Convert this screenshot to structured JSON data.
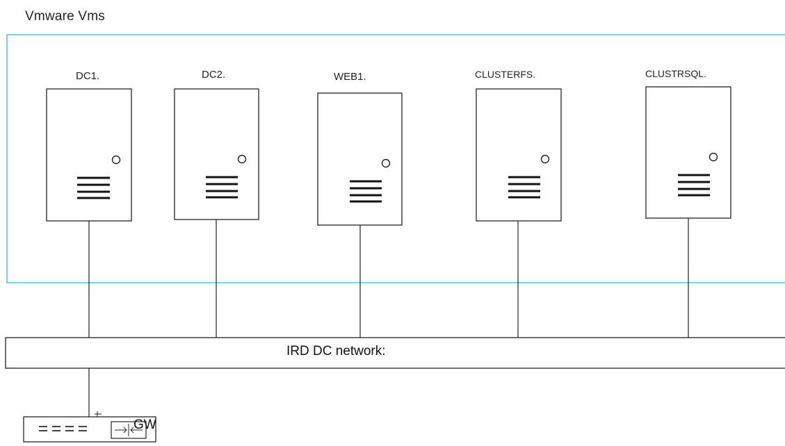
{
  "title": "Vmware Vms",
  "servers": [
    {
      "label": "DC1."
    },
    {
      "label": "DC2."
    },
    {
      "label": "WEB1."
    },
    {
      "label": "CLUSTERFS."
    },
    {
      "label": "CLUSTRSQL."
    }
  ],
  "network": {
    "label": "IRD DC network:"
  },
  "gateway": {
    "label": "GW"
  },
  "colors": {
    "vm_boundary": "#4ec3d4",
    "stroke": "#222222",
    "background": "#ffffff"
  }
}
